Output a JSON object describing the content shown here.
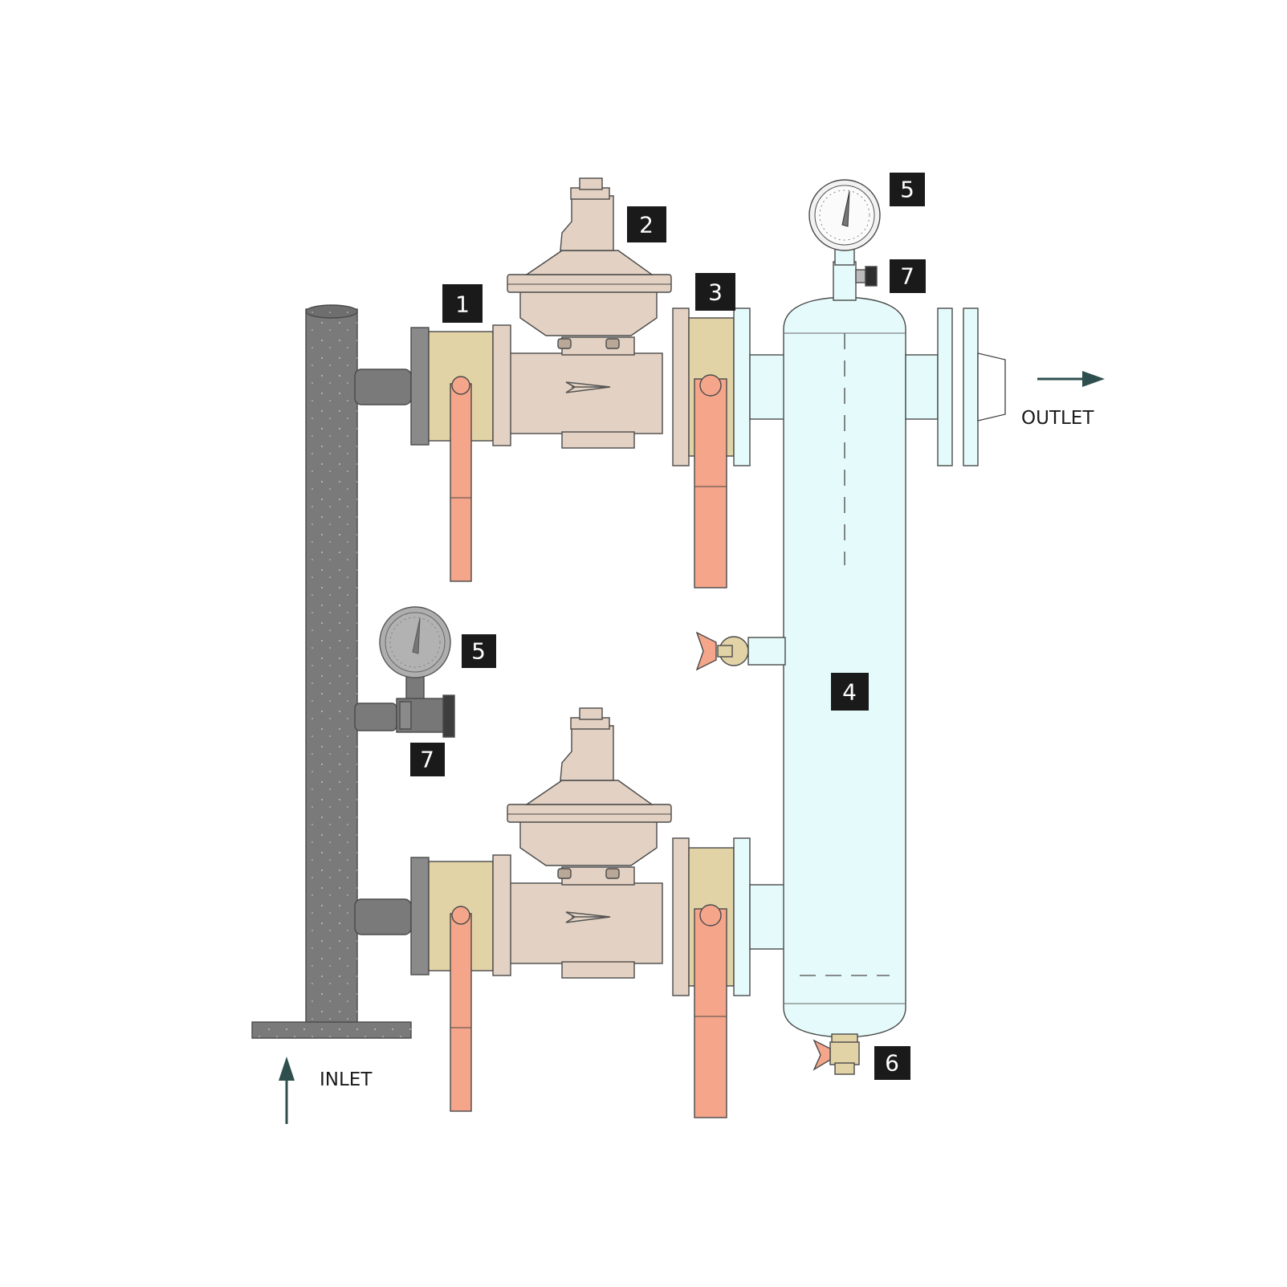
{
  "labels": {
    "inlet": "INLET",
    "outlet": "OUTLET"
  },
  "callouts": {
    "c1": "1",
    "c2": "2",
    "c3": "3",
    "c4": "4",
    "c5_top": "5",
    "c5_left": "5",
    "c6": "6",
    "c7_top": "7",
    "c7_left": "7"
  },
  "colors": {
    "inlet_pipe": "#7a7a7a",
    "regulator_body": "#e3d2c3",
    "ball_valve_body": "#e2d3a7",
    "valve_handle": "#f4a58a",
    "separator_vessel": "#e5fbfb",
    "flow_arrow": "#2f4f4f",
    "callout_box": "#1a1a1a"
  }
}
